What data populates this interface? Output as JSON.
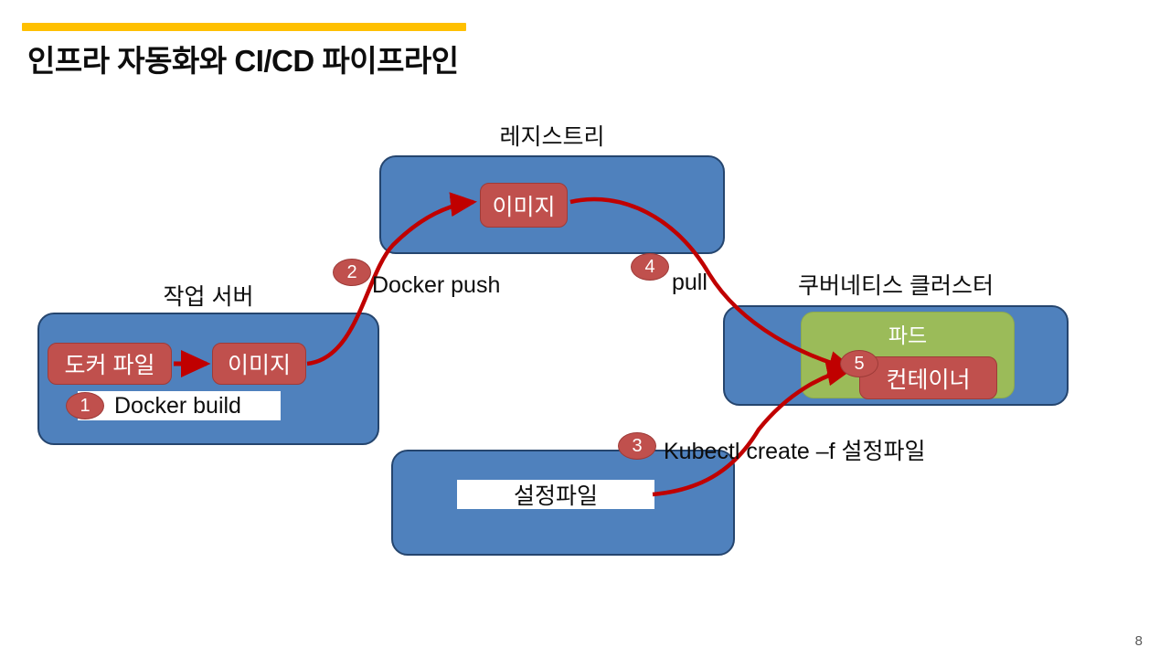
{
  "slide": {
    "title": "인프라 자동화와 CI/CD 파이프라인",
    "page_number": "8",
    "accent_color": "#FFC000",
    "blue_fill": "#4F81BD",
    "red_fill": "#C0504D",
    "green_fill": "#9BBB59"
  },
  "groups": {
    "work_server": {
      "caption": "작업 서버",
      "dockerfile": "도커 파일",
      "image": "이미지"
    },
    "registry": {
      "caption": "레지스트리",
      "image": "이미지"
    },
    "k8s_cluster": {
      "caption": "쿠버네티스 클러스터",
      "pod": "파드",
      "container": "컨테이너"
    },
    "config": {
      "file": "설정파일"
    }
  },
  "steps": [
    {
      "number": "1",
      "label": "Docker build"
    },
    {
      "number": "2",
      "label": "Docker push"
    },
    {
      "number": "3",
      "label": "Kubectl create –f 설정파일"
    },
    {
      "number": "4",
      "label": "pull"
    },
    {
      "number": "5",
      "label": ""
    }
  ]
}
